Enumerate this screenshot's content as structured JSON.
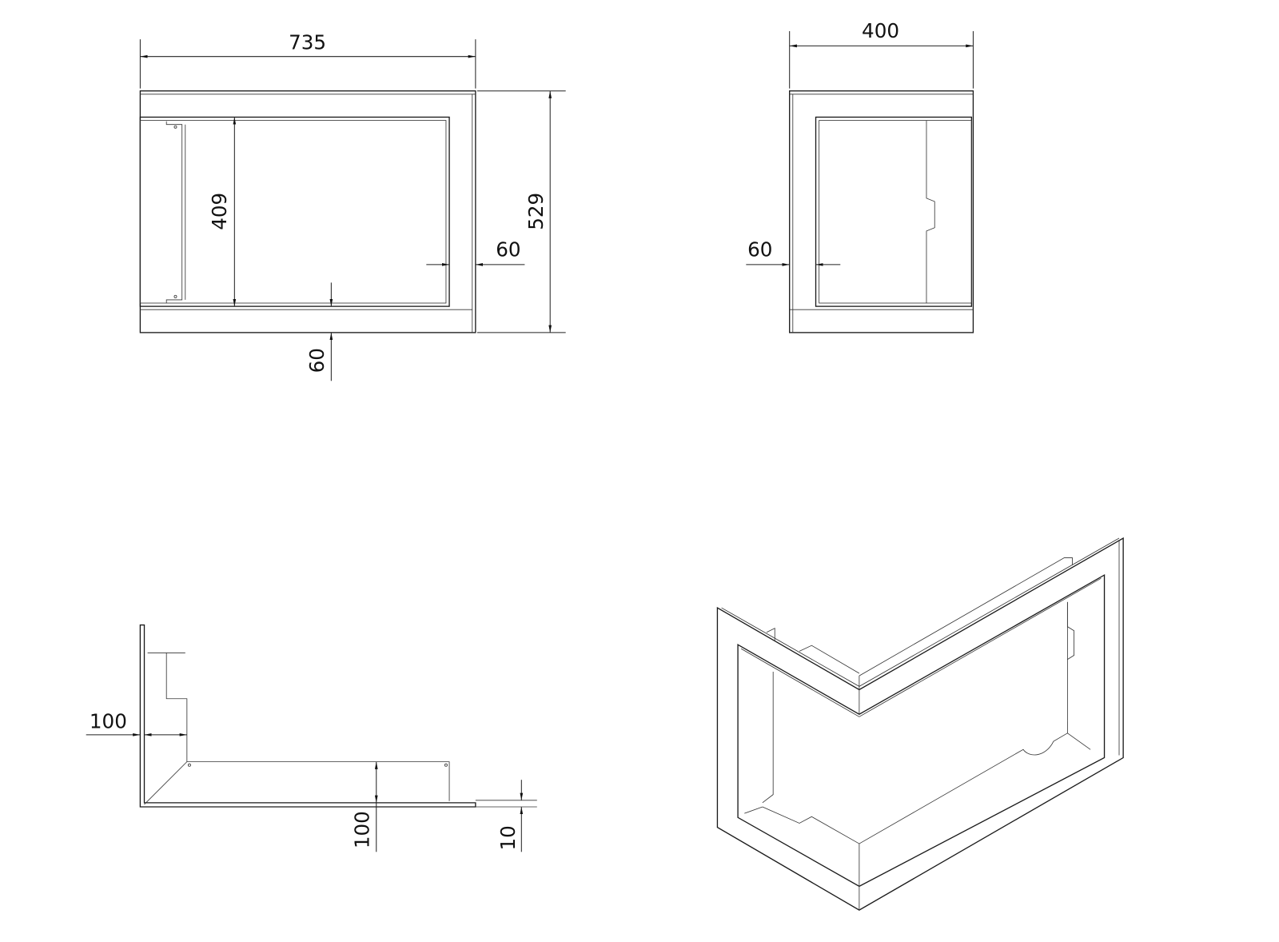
{
  "front_view": {
    "width_dim": "735",
    "height_dim": "529",
    "opening_height_dim": "409",
    "side_frame_dim": "60",
    "bottom_frame_dim": "60"
  },
  "side_view": {
    "width_dim": "400",
    "frame_dim": "60"
  },
  "top_view": {
    "depth_dim": "100",
    "plate_height_dim": "100",
    "thickness_dim": "10"
  },
  "iso_view": {}
}
